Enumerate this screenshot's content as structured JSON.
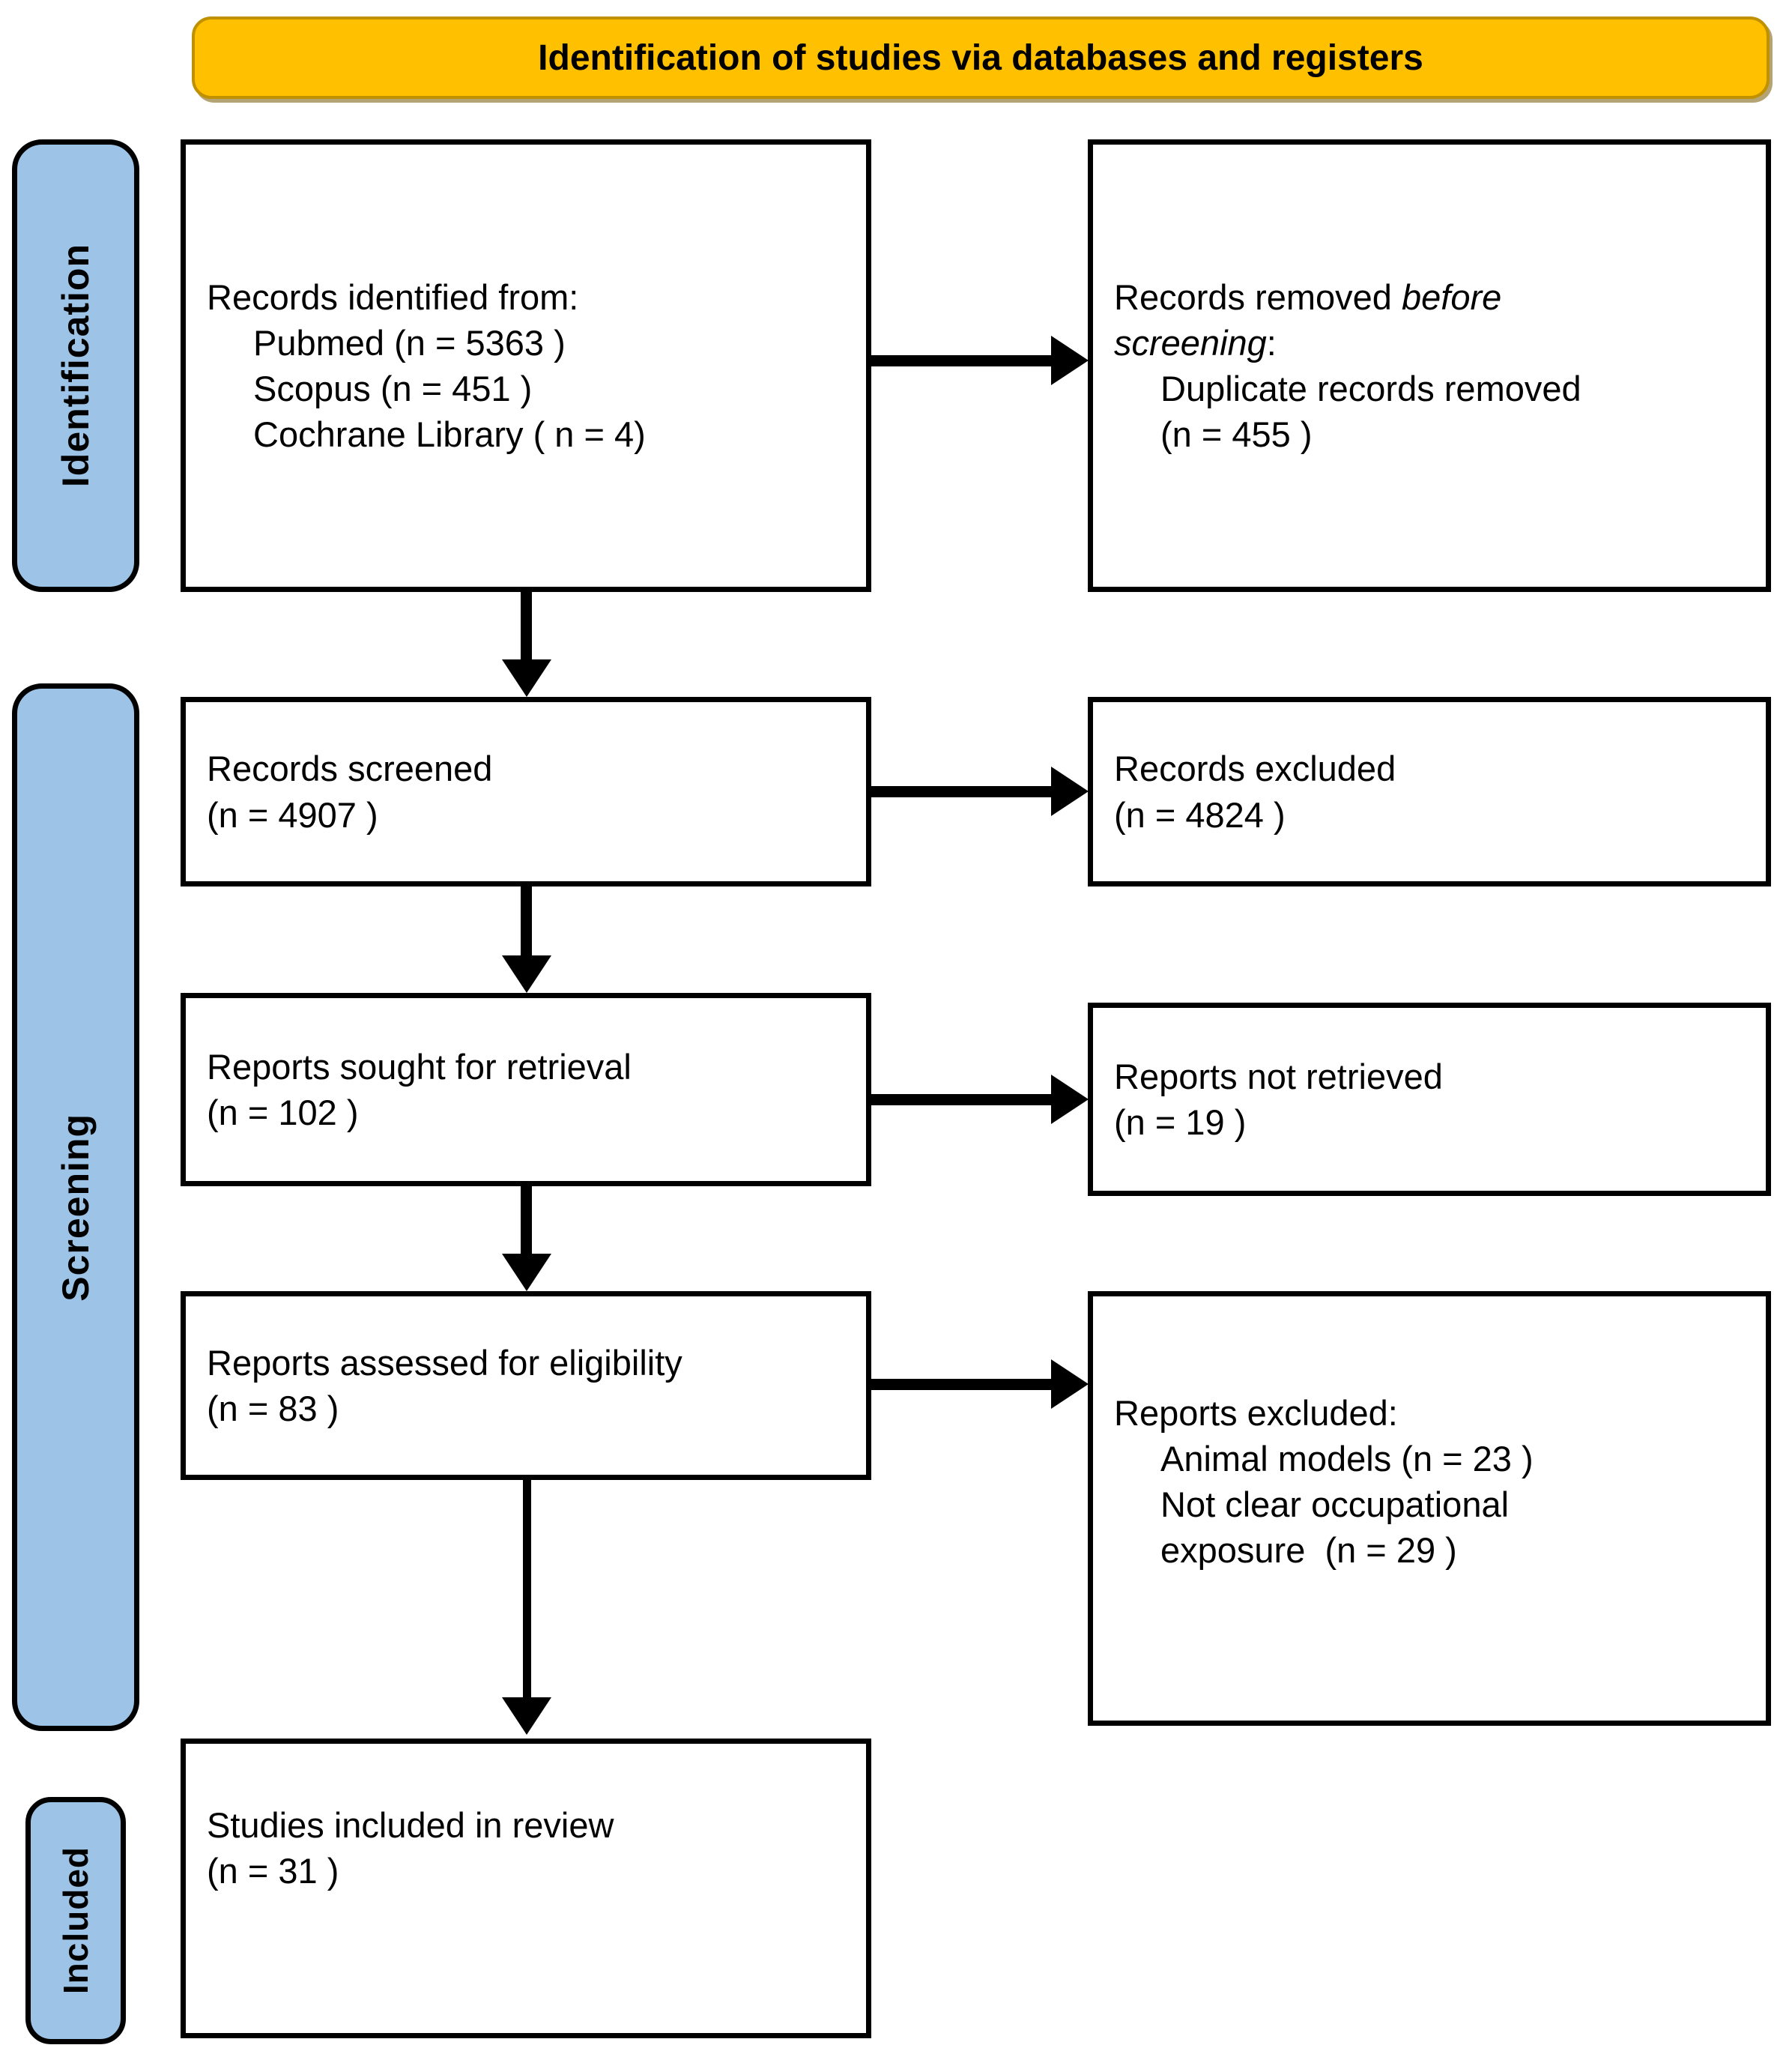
{
  "banner": {
    "title": "Identification of studies via databases and registers"
  },
  "stages": [
    {
      "id": "identification",
      "label": "Identification"
    },
    {
      "id": "screening",
      "label": "Screening"
    },
    {
      "id": "included",
      "label": "Included"
    }
  ],
  "boxes": {
    "records_identified": {
      "lines": [
        "Records identified from:",
        "Pubmed (n = 5363 )",
        "Scopus (n = 451 )",
        "Cochrane Library ( n = 4)"
      ]
    },
    "records_removed": {
      "line1_plain": "Records removed ",
      "line1_italic": "before",
      "line2_italic": "screening",
      "line2_plain": ":",
      "line3": "Duplicate records removed",
      "line4": "(n = 455 )"
    },
    "records_screened": {
      "line1": "Records screened",
      "line2": "(n = 4907 )"
    },
    "records_excluded": {
      "line1": "Records excluded",
      "line2": "(n = 4824 )"
    },
    "reports_sought": {
      "line1": "Reports sought for retrieval",
      "line2": "(n = 102 )"
    },
    "reports_not_retrieved": {
      "line1": "Reports not retrieved",
      "line2": "(n = 19 )"
    },
    "reports_assessed": {
      "line1": "Reports assessed for eligibility",
      "line2": "(n = 83 )"
    },
    "reports_excluded": {
      "line1": "Reports excluded:",
      "line2": "Animal models (n = 23 )",
      "line3": "Not clear occupational",
      "line4": "exposure  (n = 29 )"
    },
    "studies_included": {
      "line1": "Studies included in review",
      "line2": "(n = 31 )"
    }
  },
  "colors": {
    "banner_fill": "#FFC000",
    "banner_border": "#BF9000",
    "stage_fill": "#9DC3E6",
    "box_border": "#000000",
    "box_fill": "#FFFFFF",
    "text": "#000000"
  }
}
